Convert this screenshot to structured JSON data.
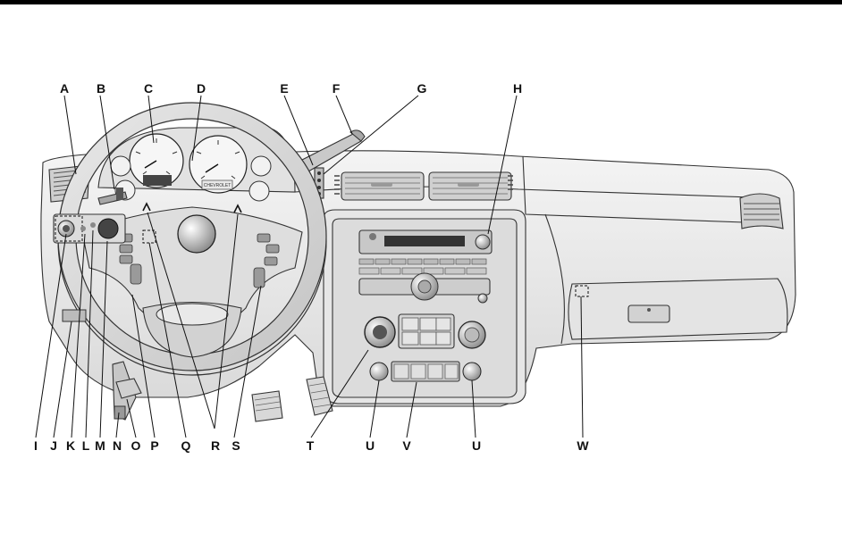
{
  "top_labels": [
    "A",
    "B",
    "C",
    "D",
    "E",
    "F",
    "G",
    "H"
  ],
  "bottom_labels": [
    "I",
    "J",
    "K",
    "L",
    "M",
    "N",
    "O",
    "P",
    "Q",
    "R",
    "S",
    "T",
    "U",
    "V",
    "U",
    "W"
  ],
  "gauge_badge": "CHEVROLET"
}
